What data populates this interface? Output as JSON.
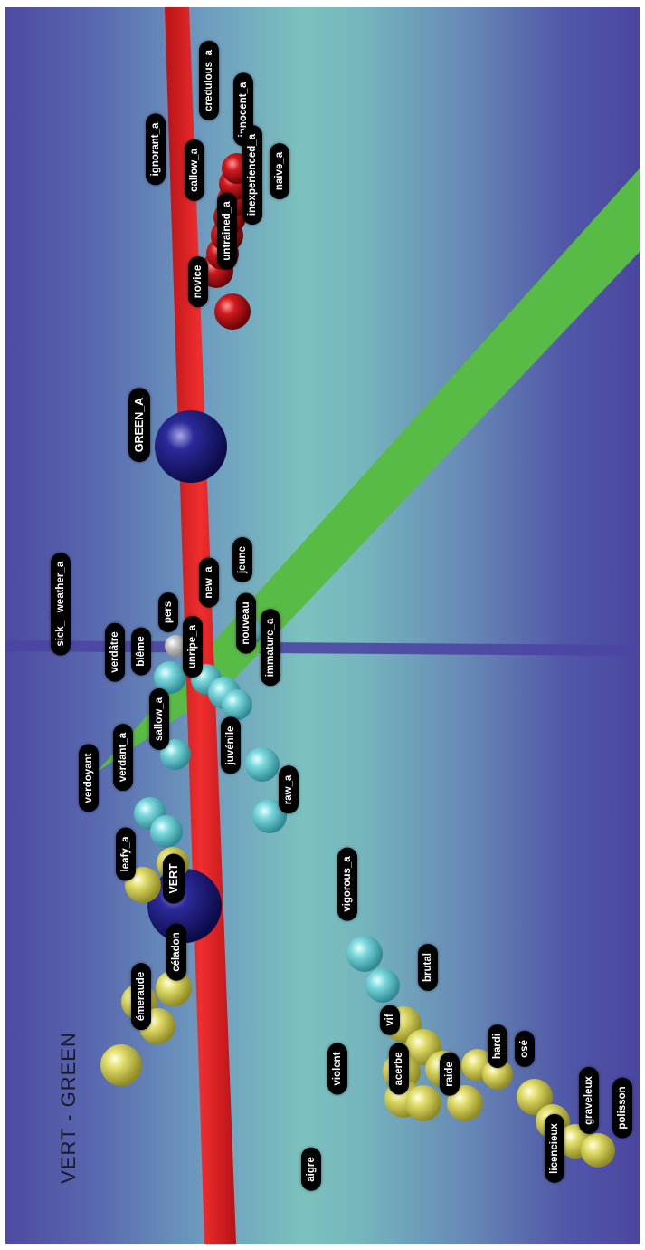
{
  "title": "VERT - GREEN",
  "colors": {
    "primary_axis": "#e8252a",
    "secondary_axis": "#58bb45",
    "vertical_axis": "#4b45a3",
    "cluster_cyan": "#6ad0d4",
    "cluster_yellow": "#d8d363",
    "cluster_red": "#c0181c",
    "hub": "#1c1a8a",
    "label_bg": "#000000",
    "label_text": "#ffffff"
  },
  "labels": [
    {
      "text": "sick_a",
      "group": "neutral"
    },
    {
      "text": "weather_a",
      "group": "neutral"
    },
    {
      "text": "verdâtre",
      "group": "cyan"
    },
    {
      "text": "blême",
      "group": "cyan"
    },
    {
      "text": "pers",
      "group": "neutral"
    },
    {
      "text": "unripe_a",
      "group": "cyan"
    },
    {
      "text": "new_a",
      "group": "cyan"
    },
    {
      "text": "jeune",
      "group": "cyan"
    },
    {
      "text": "nouveau",
      "group": "cyan"
    },
    {
      "text": "immature_a",
      "group": "cyan"
    },
    {
      "text": "sallow_a",
      "group": "cyan"
    },
    {
      "text": "juvénile",
      "group": "cyan"
    },
    {
      "text": "verdant_a",
      "group": "cyan"
    },
    {
      "text": "verdoyant",
      "group": "cyan"
    },
    {
      "text": "raw_a",
      "group": "cyan"
    },
    {
      "text": "leafy_a",
      "group": "cyan"
    },
    {
      "text": "VERT",
      "group": "hub"
    },
    {
      "text": "céladon",
      "group": "yellow"
    },
    {
      "text": "émeraude",
      "group": "yellow"
    },
    {
      "text": "vigorous_a",
      "group": "cyan"
    },
    {
      "text": "brutal",
      "group": "cyan"
    },
    {
      "text": "vif",
      "group": "yellow"
    },
    {
      "text": "violent",
      "group": "yellow"
    },
    {
      "text": "acerbe",
      "group": "yellow"
    },
    {
      "text": "raide",
      "group": "yellow"
    },
    {
      "text": "hardi",
      "group": "yellow"
    },
    {
      "text": "osé",
      "group": "yellow"
    },
    {
      "text": "aigre",
      "group": "yellow"
    },
    {
      "text": "licencieux",
      "group": "yellow"
    },
    {
      "text": "graveleux",
      "group": "yellow"
    },
    {
      "text": "polisson",
      "group": "yellow"
    },
    {
      "text": "GREEN_A",
      "group": "hub"
    },
    {
      "text": "ignorant_a",
      "group": "red"
    },
    {
      "text": "credulous_a",
      "group": "red"
    },
    {
      "text": "innocent_a",
      "group": "red"
    },
    {
      "text": "callow_a",
      "group": "red"
    },
    {
      "text": "inexperienced_a",
      "group": "red"
    },
    {
      "text": "naive_a",
      "group": "red"
    },
    {
      "text": "untrained_a",
      "group": "red"
    },
    {
      "text": "novice",
      "group": "red"
    }
  ]
}
